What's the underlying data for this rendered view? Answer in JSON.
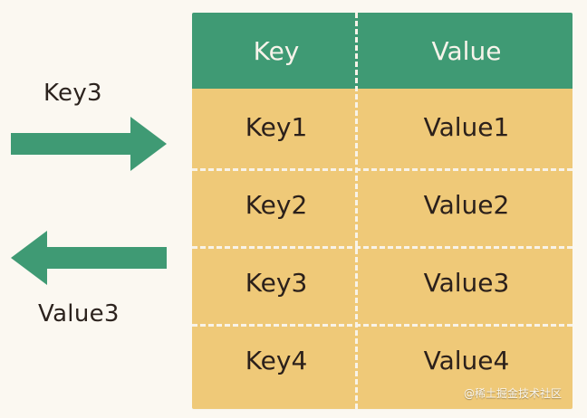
{
  "diagram": {
    "incoming_label": "Key3",
    "outgoing_label": "Value3",
    "table": {
      "headers": {
        "key": "Key",
        "value": "Value"
      },
      "rows": [
        {
          "key": "Key1",
          "value": "Value1"
        },
        {
          "key": "Key2",
          "value": "Value2"
        },
        {
          "key": "Key3",
          "value": "Value3"
        },
        {
          "key": "Key4",
          "value": "Value4"
        }
      ]
    },
    "watermark": "@稀土掘金技术社区"
  },
  "colors": {
    "arrow": "#3f9a74",
    "header": "#3f9a74",
    "body": "#efc978",
    "text": "#2b201b",
    "background": "#fbf8f1"
  }
}
